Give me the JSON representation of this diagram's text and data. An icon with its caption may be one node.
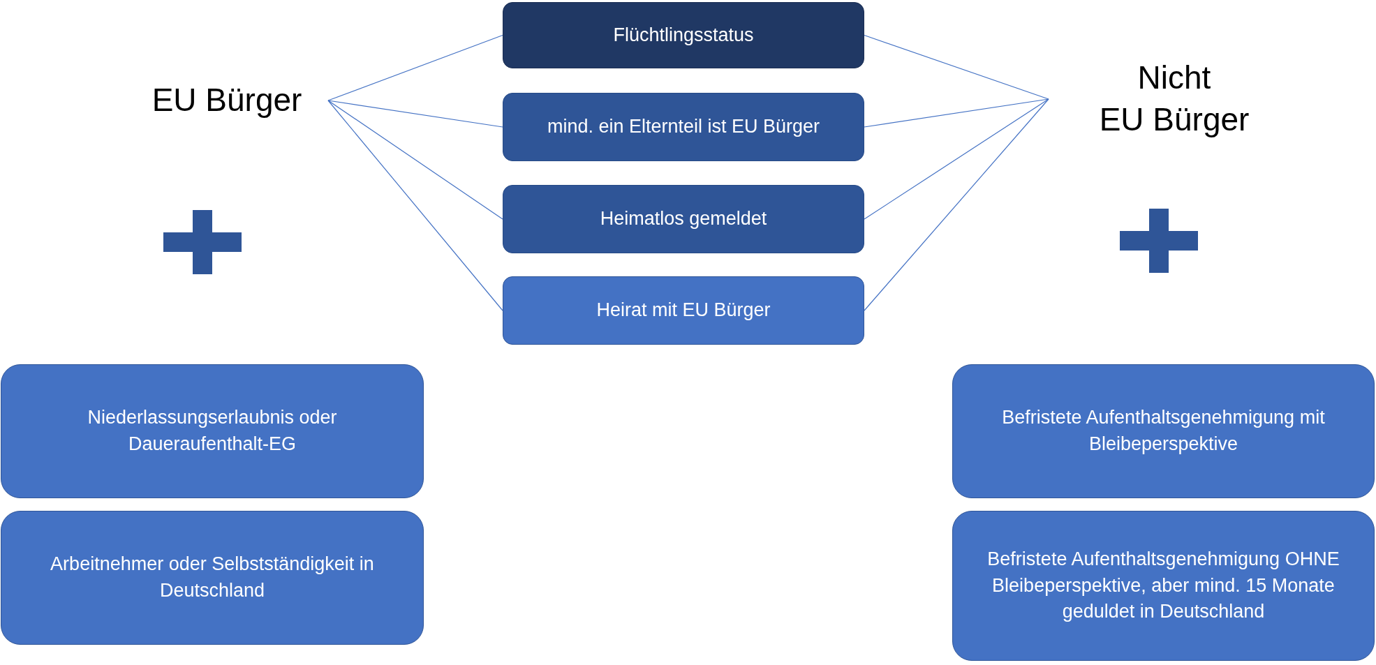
{
  "diagram": {
    "nodes": [
      {
        "text": [
          "EU Bürger"
        ]
      },
      {
        "text": [
          "Flüchtlingsstatus"
        ]
      },
      {
        "text": [
          "mind. ein Elternteil ist EU Bürger"
        ]
      },
      {
        "text": [
          "Heimatlos gemeldet"
        ]
      },
      {
        "text": [
          "Heirat mit EU Bürger"
        ]
      },
      {
        "text": [
          "Nicht EU Bürger"
        ]
      },
      {
        "text": [
          "Niederlassungserlaubnis oder Daueraufenthalt-EG"
        ]
      },
      {
        "text": [
          "Arbeitnehmer oder Selbstständigkeit in Deutschland"
        ]
      },
      {
        "text": [
          "Befristete Aufenthaltsgenehmigung mit Bleibeperspektive"
        ]
      },
      {
        "text": [
          "Befristete Aufenthaltsgenehmigung OHNE Bleibeperspektive, aber mind. 15 Monate geduldet in Deutschland"
        ]
      }
    ],
    "edges": [
      {
        "from": 0,
        "to": 1,
        "arrow": "none"
      },
      {
        "from": 0,
        "to": 2,
        "arrow": "none"
      },
      {
        "from": 0,
        "to": 3,
        "arrow": "none"
      },
      {
        "from": 0,
        "to": 4,
        "arrow": "none"
      },
      {
        "from": 5,
        "to": 1,
        "arrow": "none"
      },
      {
        "from": 5,
        "to": 2,
        "arrow": "none"
      },
      {
        "from": 5,
        "to": 3,
        "arrow": "none"
      },
      {
        "from": 5,
        "to": 4,
        "arrow": "none"
      }
    ]
  }
}
